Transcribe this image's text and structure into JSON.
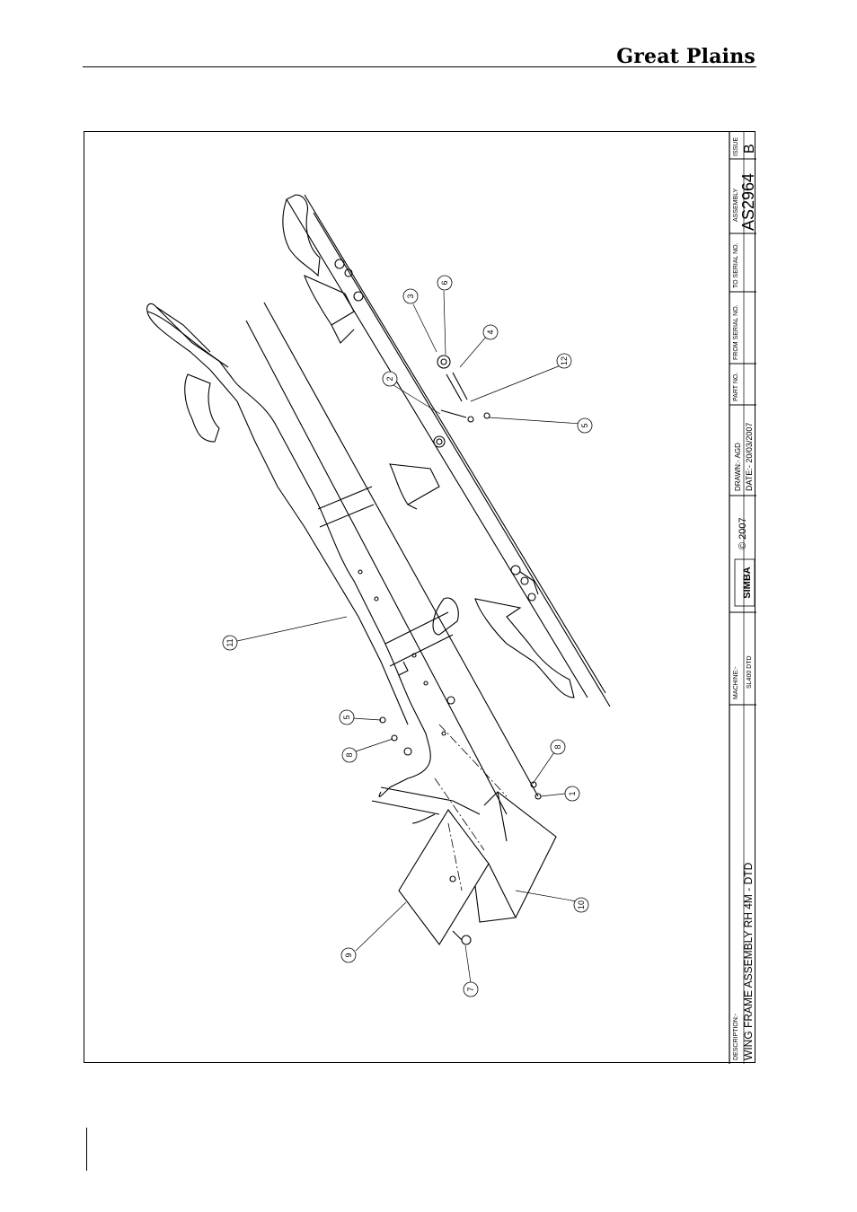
{
  "header": {
    "brand": "Great Plains"
  },
  "title_block": {
    "description_label": "DESCRIPTION:-",
    "description": "WING FRAME ASSEMBLY RH 4M - DTD",
    "machine_label": "MACHINE:-",
    "machine": "SL400 DTD",
    "logo_text": "SIMBA",
    "copyright": "© 2007",
    "drawn": "DRAWN:-  AGD",
    "date": "DATE:-  20/03/2007",
    "part_no_label": "PART NO.",
    "from_serial_label": "FROM SERIAL NO.",
    "to_serial_label": "TO SERIAL NO.",
    "assembly_label": "ASSEMBLY",
    "assembly": "AS2964",
    "issue_label": "ISSUE",
    "issue": "B"
  },
  "balloons": [
    "3",
    "6",
    "4",
    "12",
    "2",
    "5",
    "11",
    "5",
    "8",
    "8",
    "1",
    "10",
    "9",
    "7"
  ],
  "colors": {
    "ink": "#000000",
    "paper": "#ffffff"
  }
}
